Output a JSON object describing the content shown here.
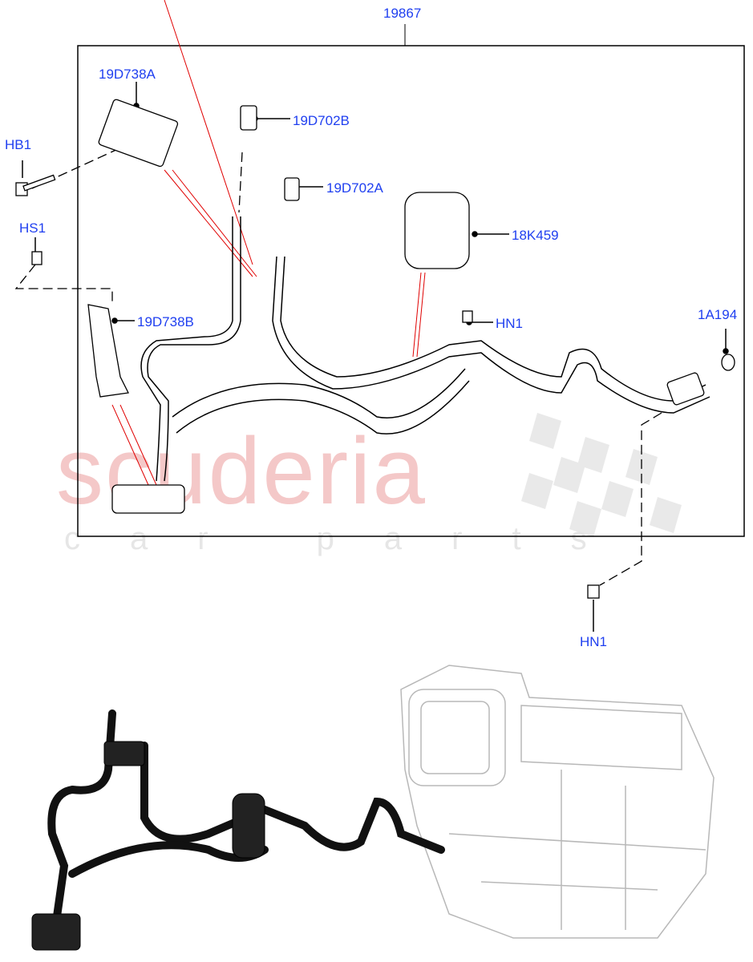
{
  "watermark": {
    "main": "scuderia",
    "sub": "car parts"
  },
  "labels": {
    "assembly": "19867",
    "p19d738a": "19D738A",
    "hb1": "HB1",
    "hs1": "HS1",
    "p19d702b": "19D702B",
    "p19d702a": "19D702A",
    "p18k459": "18K459",
    "p19d738b": "19D738B",
    "hn1_top": "HN1",
    "p1a194": "1A194",
    "hn1_bottom": "HN1"
  },
  "colors": {
    "label": "#1f3ff0",
    "leader": "#000000",
    "guide": "#e00000",
    "watermark": "#f4c8c8"
  }
}
